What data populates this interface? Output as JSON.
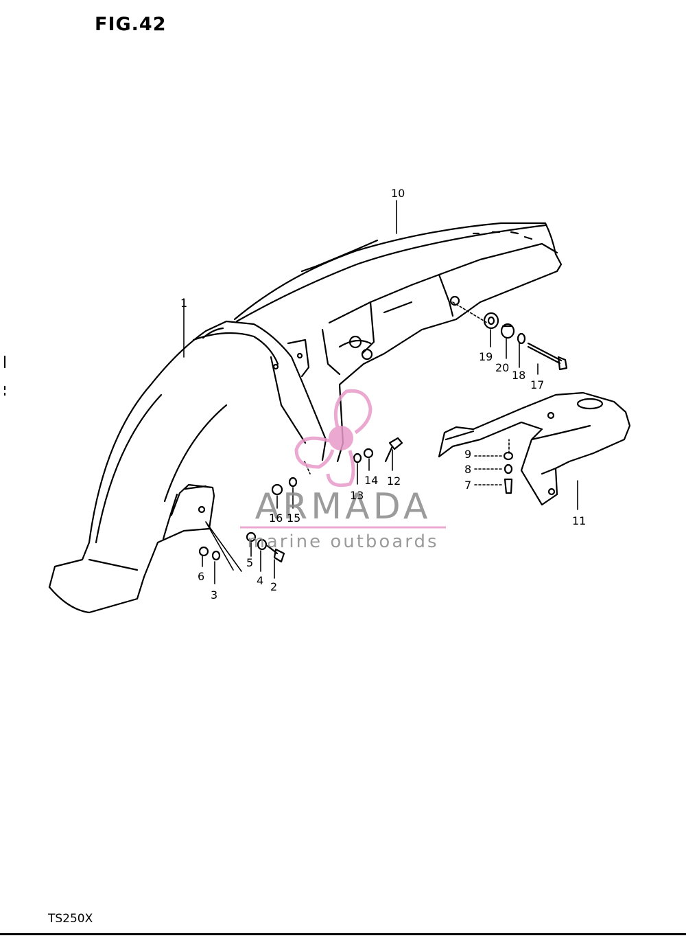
{
  "figure": {
    "title": "FIG.42",
    "model": "TS250X"
  },
  "watermark": {
    "brand": "ARMADA",
    "tagline": "marine outboards",
    "accent_color": "#e89ac8",
    "text_color": "#8a8a8a"
  },
  "parts": {
    "p1": "1",
    "p2": "2",
    "p3": "3",
    "p4": "4",
    "p5": "5",
    "p6": "6",
    "p7": "7",
    "p8": "8",
    "p9": "9",
    "p10": "10",
    "p11": "11",
    "p12": "12",
    "p13": "13",
    "p14": "14",
    "p15": "15",
    "p16": "16",
    "p17": "17",
    "p18": "18",
    "p19": "19",
    "p20": "20"
  }
}
